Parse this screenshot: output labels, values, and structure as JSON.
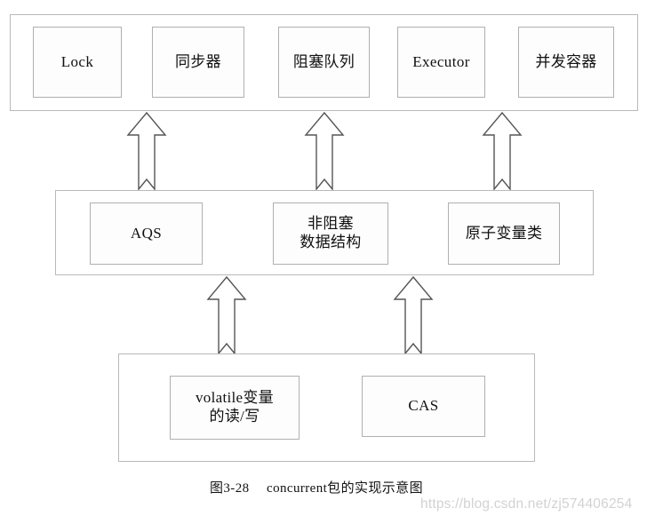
{
  "diagram": {
    "title": "concurrent包的实现示意图",
    "caption": "图3-28　 concurrent包的实现示意图",
    "watermark": "https://blog.csdn.net/zj574406254",
    "colors": {
      "container_border": "#b9b9b9",
      "node_border": "#b0b0b0",
      "arrow_stroke": "#555555",
      "arrow_fill": "#ffffff",
      "text": "#101010",
      "watermark": "#d2d2d2",
      "background": "#ffffff"
    },
    "layers": [
      {
        "id": "top-layer",
        "name": "concurrent-api-layer",
        "nodes": [
          {
            "id": "lock",
            "label": "Lock",
            "script": "latin"
          },
          {
            "id": "synchronizer",
            "label": "同步器",
            "script": "cjk"
          },
          {
            "id": "blocking-queue",
            "label": "阻塞队列",
            "script": "cjk"
          },
          {
            "id": "executor",
            "label": "Executor",
            "script": "latin"
          },
          {
            "id": "concurrent-container",
            "label": "并发容器",
            "script": "cjk"
          }
        ]
      },
      {
        "id": "middle-layer",
        "name": "aqs-nonblocking-atomic-layer",
        "nodes": [
          {
            "id": "aqs",
            "label": "AQS",
            "script": "latin"
          },
          {
            "id": "nonblocking-data-structure",
            "label": "非阻塞\n数据结构",
            "script": "cjk"
          },
          {
            "id": "atomic-variable-classes",
            "label": "原子变量类",
            "script": "cjk"
          }
        ]
      },
      {
        "id": "bottom-layer",
        "name": "volatile-cas-layer",
        "nodes": [
          {
            "id": "volatile-read-write",
            "label": "volatile变量\n的读/写",
            "script": "cjk"
          },
          {
            "id": "cas",
            "label": "CAS",
            "script": "latin"
          }
        ]
      }
    ],
    "arrows": [
      {
        "id": "arrow-top-1",
        "direction": "up",
        "from": "middle-layer",
        "to": "top-layer"
      },
      {
        "id": "arrow-top-2",
        "direction": "up",
        "from": "middle-layer",
        "to": "top-layer"
      },
      {
        "id": "arrow-top-3",
        "direction": "up",
        "from": "middle-layer",
        "to": "top-layer"
      },
      {
        "id": "arrow-bottom-1",
        "direction": "up",
        "from": "bottom-layer",
        "to": "middle-layer"
      },
      {
        "id": "arrow-bottom-2",
        "direction": "up",
        "from": "bottom-layer",
        "to": "middle-layer"
      }
    ]
  }
}
